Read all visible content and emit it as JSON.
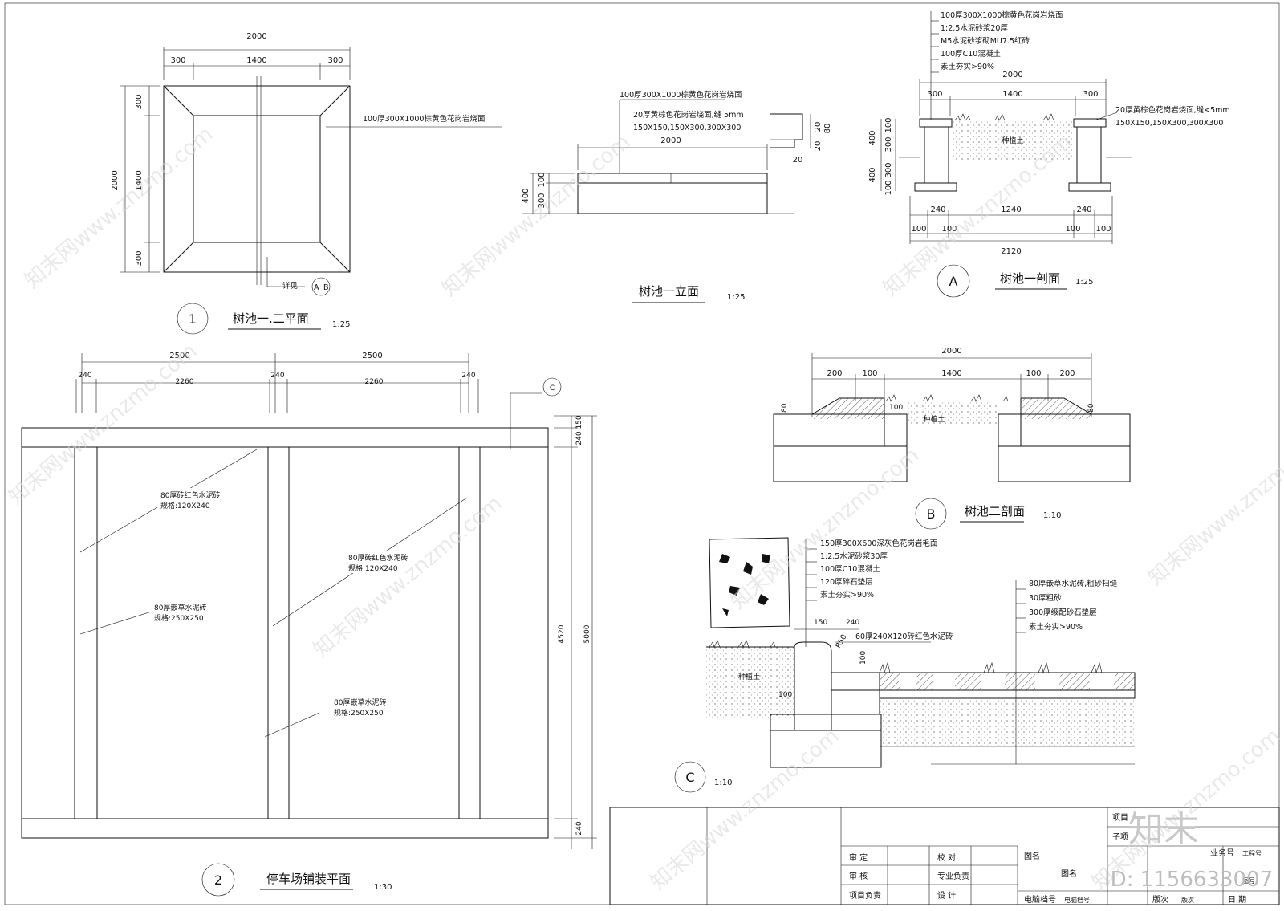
{
  "views": {
    "plan1": {
      "num": "1",
      "title": "树池一.二平面",
      "scale": "1:25",
      "dim_top": "2000",
      "dim_l": "300",
      "dim_m": "1400",
      "dim_r": "300",
      "dim_left_total": "2000",
      "dim_left_a": "300",
      "dim_left_b": "1400",
      "dim_left_c": "300",
      "callout": "100厚300X1000棕黄色花岗岩烧面",
      "ref": "详见",
      "ref_a": "A",
      "ref_b": "B"
    },
    "elev1": {
      "title": "树池一立面",
      "scale": "1:25",
      "note1": "100厚300X1000棕黄色花岗岩烧面",
      "note2": "20厚黄棕色花岗岩烧面,缝 5mm",
      "note3": "150X150,150X300,300X300",
      "dim_w": "2000",
      "dim_h_total": "400",
      "dim_h_a": "100",
      "dim_h_b": "300",
      "det_a": "20",
      "det_b": "80",
      "det_c": "20",
      "det_d": "20"
    },
    "secA": {
      "letter": "A",
      "title": "树池一剖面",
      "scale": "1:25",
      "layers": [
        "100厚300X1000棕黄色花岗岩烧面",
        "1:2.5水泥砂浆20厚",
        "M5水泥砂浆砌MU7.5红砖",
        "100厚C10混凝土",
        "素土夯实>90%"
      ],
      "right_note1": "20厚黄棕色花岗岩烧面,缝<5mm",
      "right_note2": "150X150,150X300,300X300",
      "soil": "种植土",
      "dim_top": "2000",
      "dim_l": "300",
      "dim_m": "1400",
      "dim_r": "300",
      "dim_b1": "240",
      "dim_b2": "1240",
      "dim_b3": "240",
      "dim_c1": "100",
      "dim_c2": "100",
      "dim_c3": "100",
      "dim_c4": "100",
      "dim_total": "2120",
      "dim_v1": "400",
      "dim_v2": "400",
      "dim_v3": "100",
      "dim_v4": "300",
      "dim_v5": "300",
      "dim_v6": "100"
    },
    "secB": {
      "letter": "B",
      "title": "树池二剖面",
      "scale": "1:10",
      "dim_top": "2000",
      "d1": "200",
      "d2": "100",
      "d3": "1400",
      "d4": "100",
      "d5": "200",
      "h_l": "80",
      "h_r": "80",
      "inner": "100",
      "soil": "种植土"
    },
    "secC": {
      "letter": "C",
      "scale": "1:10",
      "left_layers": [
        "150厚300X600深灰色花岗岩毛面",
        "1:2.5水泥砂浆30厚",
        "100厚C10混凝土",
        "120厚碎石垫层",
        "素土夯实>90%"
      ],
      "right_layers": [
        "80厚嵌草水泥砖,粗砂扫缝",
        "30厚粗砂",
        "300厚级配砂石垫层",
        "素土夯实>90%"
      ],
      "curb": "60厚240X120砖红色水泥砖",
      "d150": "150",
      "d240": "240",
      "r50": "R50",
      "d100a": "100",
      "d100b": "100",
      "soil": "种植土"
    },
    "plan2": {
      "num": "2",
      "title": "停车场铺装平面",
      "scale": "1:30",
      "ref": "C",
      "dim_a": "2500",
      "dim_b": "2500",
      "dim_c": "240",
      "dim_d": "2260",
      "dim_e": "240",
      "dim_f": "2260",
      "dim_g": "240",
      "r150": "150",
      "r240": "240",
      "r4520": "4520",
      "r5000": "5000",
      "r240b": "240",
      "label1": "80厚砖红色水泥砖",
      "label1b": "规格:120X240",
      "label2": "80厚砖红色水泥砖",
      "label2b": "规格:120X240",
      "label3": "80厚嵌草水泥砖",
      "label3b": "规格:250X250",
      "label4": "80厚嵌草水泥砖",
      "label4b": "规格:250X250"
    }
  },
  "title_block": {
    "shen_ding": "审    定",
    "shen_he": "审    核",
    "xiang_mu": "项目负责",
    "jiao_dui": "校    对",
    "zhuan_ye": "专业负责",
    "she_ji": "设    计",
    "tu_ming": "图名",
    "tu_ming2": "图名",
    "dian_nao": "电脑档号",
    "dian_nao2": "电脑档号",
    "ban_ci": "版次",
    "ban_ci2": "版次",
    "ri_qi": "日    期",
    "xiang_mu2": "项目",
    "zi_xiang": "子项",
    "ye_wu": "业务号",
    "gong_cheng": "工程号",
    "tu_hao": "图号"
  },
  "watermark": {
    "site": "知末网www.znzmo.com",
    "brand": "知末",
    "id": "ID: 1156633007"
  }
}
